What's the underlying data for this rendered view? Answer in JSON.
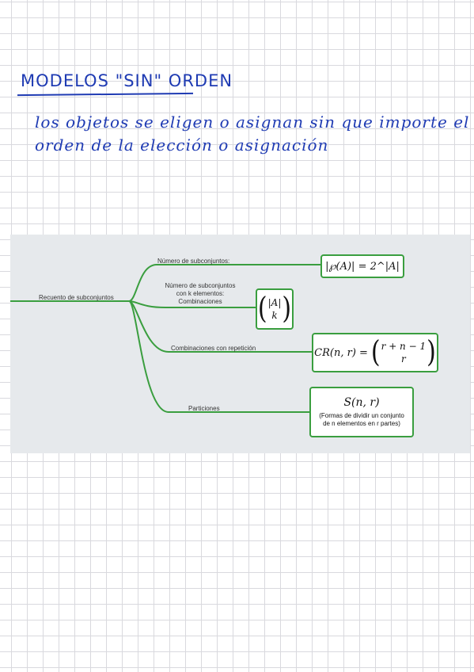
{
  "note": {
    "title": "MODELOS \"SIN\" ORDEN",
    "line1": "los objetos se eligen o asignan sin que importe el",
    "line2": "orden de la elección o asignación"
  },
  "mindmap": {
    "root": "Recuento de subconjuntos",
    "branches": [
      {
        "label": "Número de subconjuntos:",
        "formula": "|℘(A)| = 2^|A|"
      },
      {
        "label_lines": [
          "Número de subconjuntos",
          "con k elementos:",
          "Combinaciones"
        ],
        "binom_top": "|A|",
        "binom_bottom": "k"
      },
      {
        "label": "Combinaciones con repetición",
        "formula_lhs": "CR(n, r) =",
        "binom_top": "r + n − 1",
        "binom_bottom": "r"
      },
      {
        "label": "Particiones",
        "formula": "S(n, r)",
        "note_lines": [
          "(Formas de dividir un conjunto",
          "de n elementos en r partes)"
        ]
      }
    ],
    "colors": {
      "line": "#3a9e3f",
      "background": "#e6e9ec"
    }
  }
}
